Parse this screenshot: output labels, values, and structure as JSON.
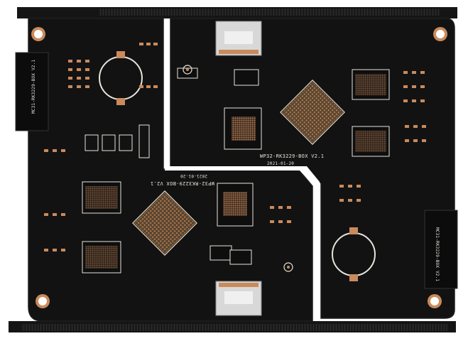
{
  "board": {
    "name": "PCB panel photo",
    "colors": {
      "background": "#ffffff",
      "solder_mask": "#121212",
      "mask_edge": "#1c1c1c",
      "copper": "#c98a5c",
      "silkscreen": "#e8e4dc",
      "gold_bga": "#8a6a48"
    }
  },
  "silkscreen": {
    "top_board_id": "WP32-RK3229-BOX V2.1",
    "top_board_date": "2021-01-20",
    "bottom_board_id": "WP32-RK3229-BOX V2.1",
    "bottom_board_date": "2021-01-20",
    "left_edge_label": "MC31-RK3229-BOX V2.1",
    "right_edge_label": "MC31-RK3229-BOX V2.1"
  },
  "icons": [
    "mounting-hole-icon",
    "fiducial-icon",
    "bga-chip-icon",
    "battery-holder-icon",
    "usb-connector-icon"
  ]
}
